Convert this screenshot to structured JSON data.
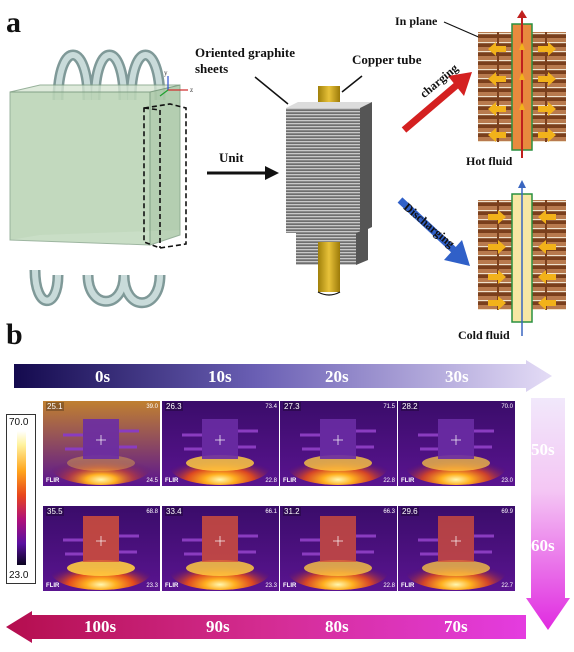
{
  "panel_a": {
    "letter": "a",
    "labels": {
      "oriented_graphite": "Oriented graphite\nsheets",
      "copper_tube": "Copper tube",
      "unit": "Unit",
      "in_plane": "In plane",
      "charging": "charging",
      "hot_fluid": "Hot fluid",
      "discharging": "Discharging",
      "cold_fluid": "Cold fluid"
    },
    "axis_labels": {
      "x": "x",
      "y": "y",
      "z": "z"
    }
  },
  "panel_b": {
    "letter": "b",
    "colorbar": {
      "max": "70.0",
      "min": "23.0"
    },
    "top_times": [
      "0s",
      "10s",
      "20s",
      "30s"
    ],
    "side_times": [
      "50s",
      "60s"
    ],
    "bottom_times": [
      "100s",
      "90s",
      "80s",
      "70s"
    ],
    "frames_top": [
      {
        "temp": "25.1",
        "max": "39.0",
        "min": "24.5",
        "logo": "FLIR"
      },
      {
        "temp": "26.3",
        "max": "73.4",
        "min": "22.8",
        "logo": "FLIR"
      },
      {
        "temp": "27.3",
        "max": "71.5",
        "min": "22.8",
        "logo": "FLIR"
      },
      {
        "temp": "28.2",
        "max": "70.0",
        "min": "23.0",
        "logo": "FLIR"
      }
    ],
    "frames_bottom": [
      {
        "temp": "35.5",
        "max": "68.8",
        "min": "23.3",
        "logo": "FLIR"
      },
      {
        "temp": "33.4",
        "max": "66.1",
        "min": "23.3",
        "logo": "FLIR"
      },
      {
        "temp": "31.2",
        "max": "66.3",
        "min": "22.8",
        "logo": "FLIR"
      },
      {
        "temp": "29.6",
        "max": "69.9",
        "min": "22.7",
        "logo": "FLIR"
      }
    ]
  }
}
